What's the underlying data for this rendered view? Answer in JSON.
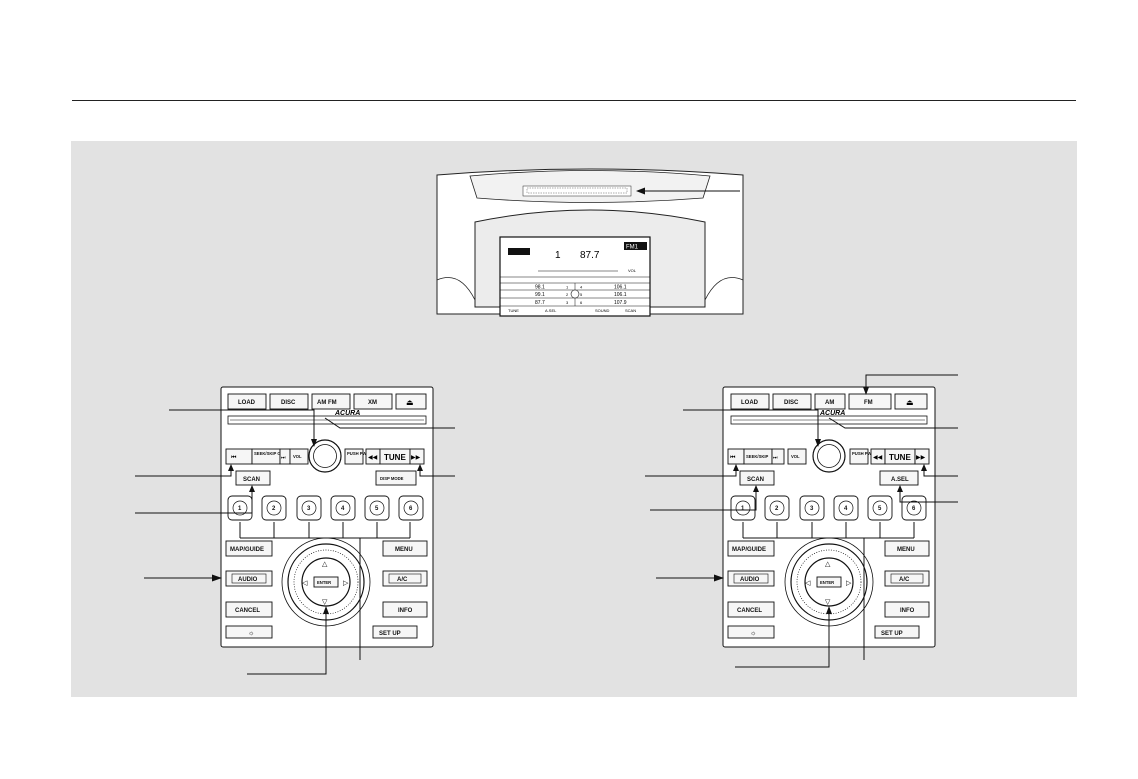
{
  "display": {
    "mid_text": "87.7",
    "band_badge": "FM1",
    "preset_number": "1",
    "vol_label": "VOL",
    "presets_left": [
      "98.1",
      "99.1",
      "87.7"
    ],
    "presets_right": [
      "106.1",
      "106.1",
      "107.9"
    ],
    "preset_index_left": [
      "1",
      "2",
      "3"
    ],
    "preset_index_right": [
      "4",
      "5",
      "6"
    ],
    "bottom_tabs": [
      "TUNE",
      "A.SEL",
      "SOUND",
      "SCAN"
    ]
  },
  "left_panel": {
    "top_buttons": [
      "LOAD",
      "DISC",
      "AM FM",
      "XM"
    ],
    "brand": "ACURA",
    "seek_label": "SEEK/SKIP CATEGORY",
    "vol": "VOL",
    "push_pwr": "PUSH PWR",
    "tune": "TUNE",
    "scan": "SCAN",
    "disp_mode": "DISP MODE",
    "presets": [
      "1",
      "2",
      "3",
      "4",
      "5",
      "6"
    ],
    "map_guide": "MAP/GUIDE",
    "menu": "MENU",
    "audio": "AUDIO",
    "ac": "A/C",
    "enter": "ENTER",
    "cancel": "CANCEL",
    "info": "INFO",
    "setup": "SET UP"
  },
  "right_panel": {
    "top_buttons": [
      "LOAD",
      "DISC",
      "AM",
      "FM"
    ],
    "brand": "ACURA",
    "seek_label": "SEEK/SKIP",
    "vol": "VOL",
    "push_pwr": "PUSH PWR",
    "tune": "TUNE",
    "scan": "SCAN",
    "a_sel": "A.SEL",
    "presets": [
      "1",
      "2",
      "3",
      "4",
      "5",
      "6"
    ],
    "map_guide": "MAP/GUIDE",
    "menu": "MENU",
    "audio": "AUDIO",
    "ac": "A/C",
    "enter": "ENTER",
    "cancel": "CANCEL",
    "info": "INFO",
    "setup": "SET UP"
  },
  "colors": {
    "panel_bg": "#e2e2e2",
    "ink": "#111111"
  }
}
